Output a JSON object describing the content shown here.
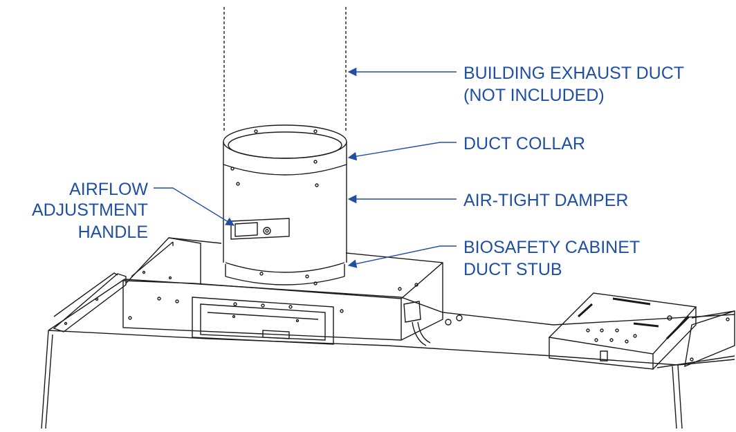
{
  "labels": {
    "exhaust_line1": "BUILDING EXHAUST DUCT",
    "exhaust_line2": "(NOT INCLUDED)",
    "collar": "DUCT COLLAR",
    "damper": "AIR-TIGHT DAMPER",
    "stub_line1": "BIOSAFETY CABINET",
    "stub_line2": "DUCT STUB",
    "handle_line1": "AIRFLOW",
    "handle_line2": "ADJUSTMENT",
    "handle_line3": "HANDLE"
  },
  "colors": {
    "callout": "#1f4fa3",
    "drawing": "#1a1a1a",
    "background": "#ffffff"
  }
}
